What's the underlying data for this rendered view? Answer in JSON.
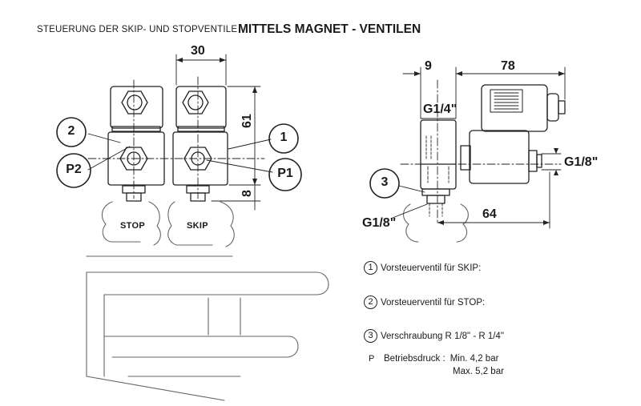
{
  "title": {
    "prefix": "STEUERUNG DER SKIP- UND STOPVENTILE",
    "main": "MITTELS MAGNET - VENTILEN"
  },
  "left_view": {
    "dim_width": "30",
    "dim_height_body": "61",
    "dim_height_lower": "8",
    "callouts": {
      "c1": "1",
      "c2": "2",
      "p1": "P1",
      "p2": "P2"
    },
    "labels": {
      "stop": "STOP",
      "skip": "SKIP"
    }
  },
  "right_view": {
    "dim_9": "9",
    "dim_78": "78",
    "dim_64": "64",
    "thread_top": "G1/4\"",
    "thread_side": "G1/8\"",
    "thread_bottom": "G1/8\"",
    "callout_3": "3"
  },
  "legend": {
    "items": [
      {
        "num": "1",
        "text": "Vorsteuerventil für SKIP:"
      },
      {
        "num": "2",
        "text": "Vorsteuerventil für STOP:"
      },
      {
        "num": "3",
        "text": "Verschraubung  R 1/8\" - R 1/4\""
      }
    ],
    "pressure": {
      "symbol": "P",
      "label": "Betriebsdruck :",
      "min": "Min. 4,2 bar",
      "max": "Max. 5,2 bar"
    }
  }
}
